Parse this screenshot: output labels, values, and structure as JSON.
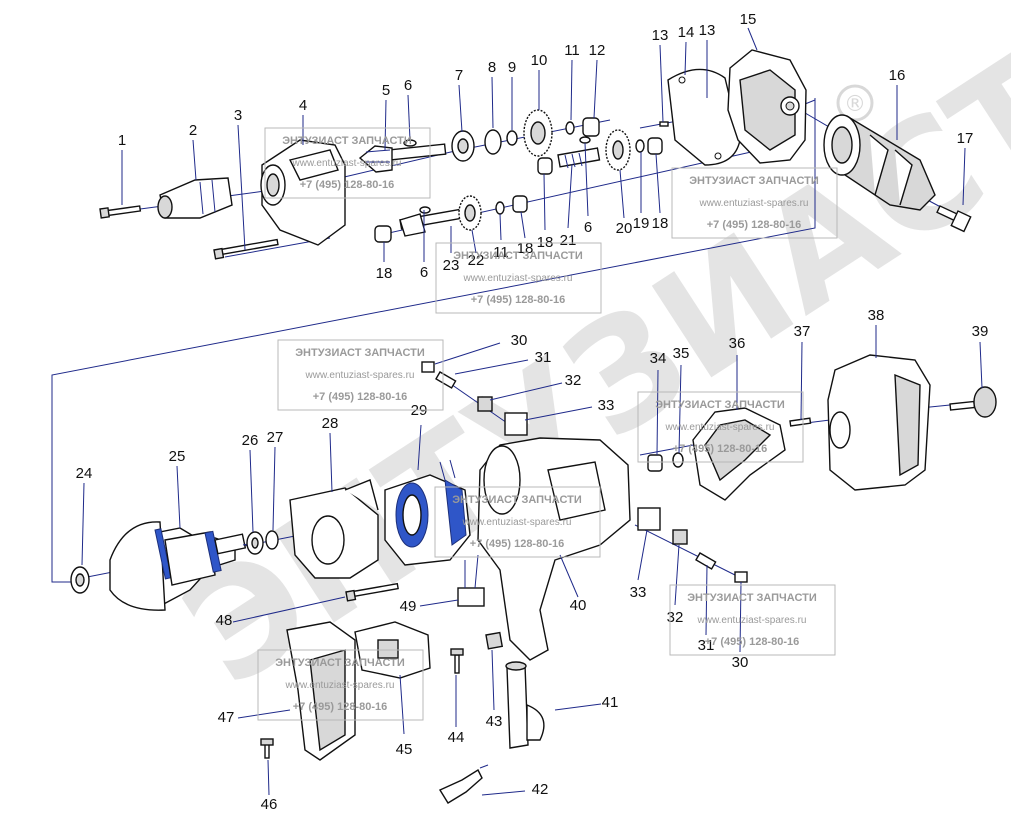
{
  "diagram": {
    "brand_watermark": "ЭНТУЗИАСТ",
    "registered_mark": "®",
    "labels": [
      "1",
      "2",
      "3",
      "4",
      "5",
      "6",
      "7",
      "8",
      "9",
      "10",
      "11",
      "12",
      "13",
      "14",
      "13",
      "15",
      "16",
      "17",
      "18",
      "6",
      "23",
      "22",
      "11",
      "18",
      "18",
      "21",
      "6",
      "20",
      "19",
      "18",
      "30",
      "31",
      "32",
      "33",
      "29",
      "34",
      "35",
      "36",
      "37",
      "38",
      "39",
      "24",
      "25",
      "26",
      "27",
      "28",
      "33",
      "32",
      "31",
      "30",
      "40",
      "48",
      "49",
      "47",
      "45",
      "44",
      "43",
      "41",
      "46",
      "42"
    ],
    "stamps": [
      {
        "title": "ЭНТУЗИАСТ ЗАПЧАСТИ",
        "site": "www.entuziast-spares.ru",
        "phone": "+7 (495) 128-80-16"
      },
      {
        "title": "ЭНТУЗИАСТ ЗАПЧАСТИ",
        "site": "www.entuziast-spares.ru",
        "phone": "+7 (495) 128-80-16"
      },
      {
        "title": "ЭНТУЗИАСТ ЗАПЧАСТИ",
        "site": "www.entuziast-spares.ru",
        "phone": "+7 (495) 128-80-16"
      },
      {
        "title": "ЭНТУЗИАСТ ЗАПЧАСТИ",
        "site": "www.entuziast-spares.ru",
        "phone": "+7 (495) 128-80-16"
      },
      {
        "title": "ЭНТУЗИАСТ ЗАПЧАСТИ",
        "site": "www.entuziast-spares.ru",
        "phone": "+7 (495) 128-80-16"
      },
      {
        "title": "ЭНТУЗИАСТ ЗАПЧАСТИ",
        "site": "www.entuziast-spares.ru",
        "phone": "+7 (495) 128-80-16"
      },
      {
        "title": "ЭНТУЗИАСТ ЗАПЧАСТИ",
        "site": "www.entuziast-spares.ru",
        "phone": "+7 (495) 128-80-16"
      },
      {
        "title": "ЭНТУЗИАСТ ЗАПЧАСТИ",
        "site": "www.entuziast-spares.ru",
        "phone": "+7 (495) 128-80-16"
      }
    ]
  }
}
